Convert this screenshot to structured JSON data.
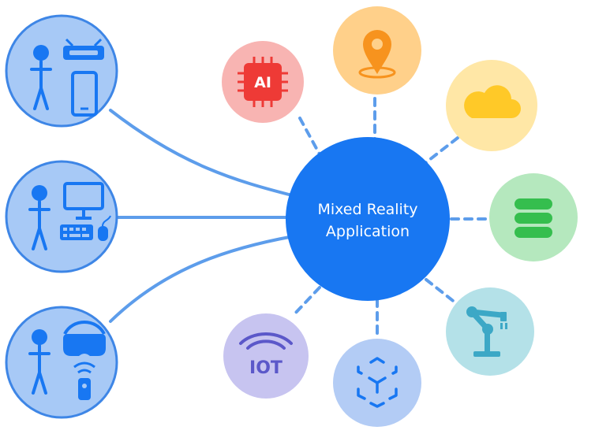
{
  "center": {
    "label_line1": "Mixed Reality",
    "label_line2": "Application",
    "color": "#1877F2"
  },
  "users": [
    {
      "id": "user-glasses-tablet",
      "devices": [
        "person-icon",
        "smart-glasses-icon",
        "tablet-icon"
      ]
    },
    {
      "id": "user-desktop",
      "devices": [
        "person-icon",
        "monitor-icon",
        "keyboard-icon",
        "mouse-icon"
      ]
    },
    {
      "id": "user-headset",
      "devices": [
        "person-icon",
        "vr-headset-icon",
        "controller-icon"
      ]
    }
  ],
  "services": {
    "ai": {
      "label": "AI",
      "icon": "ai-chip-icon",
      "bg": "#F8B4B2",
      "fg": "#EE3A36"
    },
    "location": {
      "icon": "location-pin-icon",
      "bg": "#FFD08A",
      "fg": "#F7931E"
    },
    "cloud": {
      "icon": "cloud-icon",
      "bg": "#FFE7A6",
      "fg": "#FFC928"
    },
    "database": {
      "icon": "database-icon",
      "bg": "#B5E8BE",
      "fg": "#35BE4E"
    },
    "robot": {
      "icon": "robot-arm-icon",
      "bg": "#B4E1E8",
      "fg": "#3CA8C6"
    },
    "ar": {
      "icon": "ar-cube-icon",
      "bg": "#B3CCF5",
      "fg": "#1877F2"
    },
    "iot": {
      "label": "IOT",
      "icon": "wifi-icon",
      "bg": "#C7C4F0",
      "fg": "#5B58C9"
    }
  },
  "colors": {
    "user_circle": "#A7C9F6",
    "user_stroke": "#3E86E6",
    "user_icon": "#1877F2",
    "connector": "#5D9DEB"
  }
}
